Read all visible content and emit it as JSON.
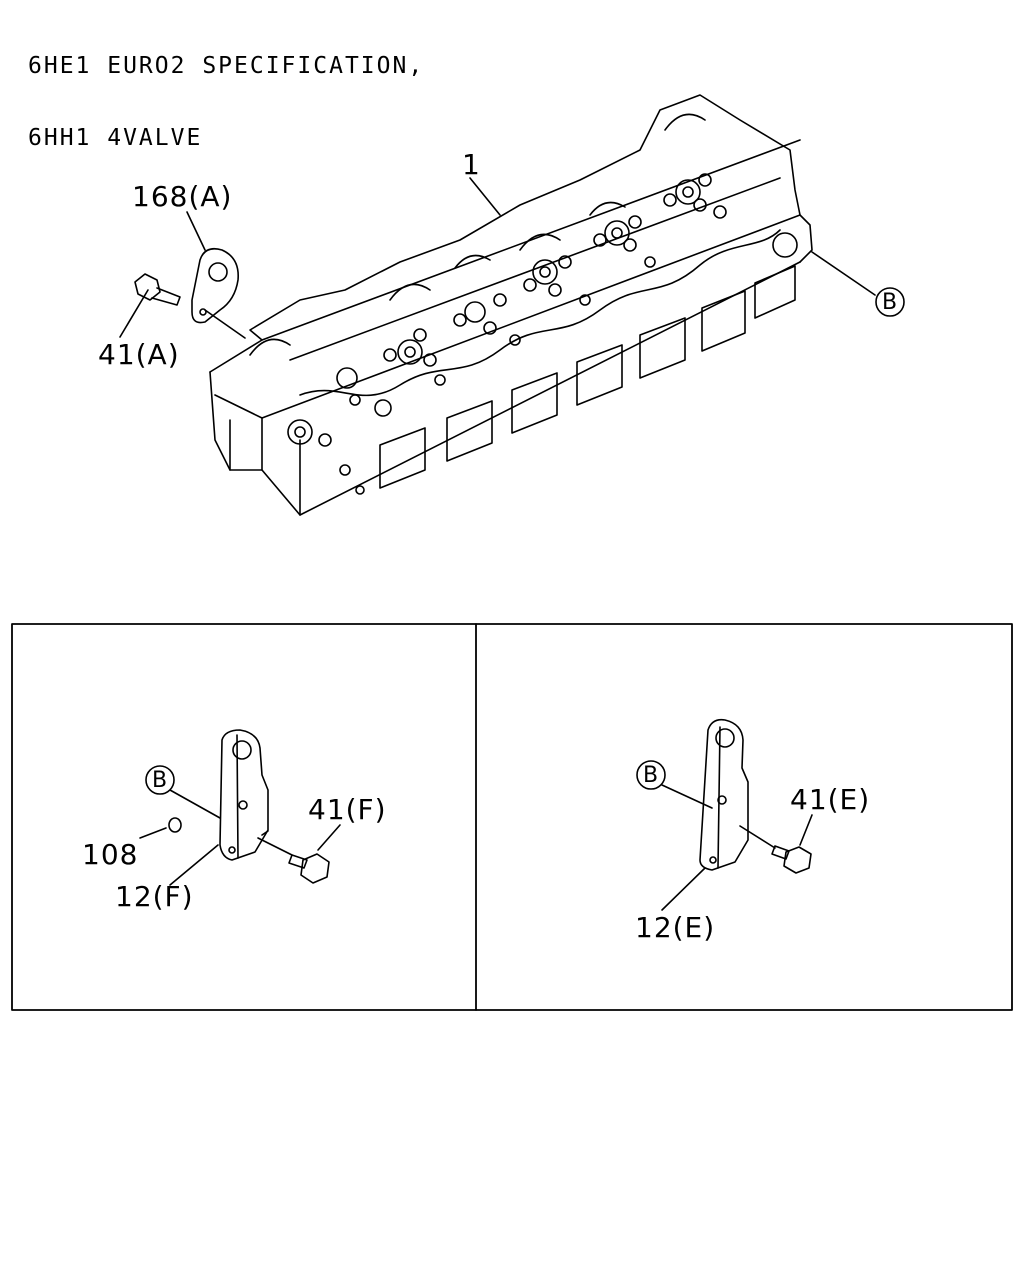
{
  "header": {
    "line1": "6HE1 EURO2 SPECIFICATION,",
    "line2": "6HH1 4VALVE"
  },
  "main": {
    "labels": {
      "part_1": "1",
      "part_168a": "168(A)",
      "part_41a": "41(A)",
      "ref_b": "B"
    }
  },
  "panel_left": {
    "ref_b": "B",
    "part_108": "108",
    "part_41f": "41(F)",
    "part_12f": "12(F)"
  },
  "panel_right": {
    "ref_b": "B",
    "part_41e": "41(E)",
    "part_12e": "12(E)"
  }
}
